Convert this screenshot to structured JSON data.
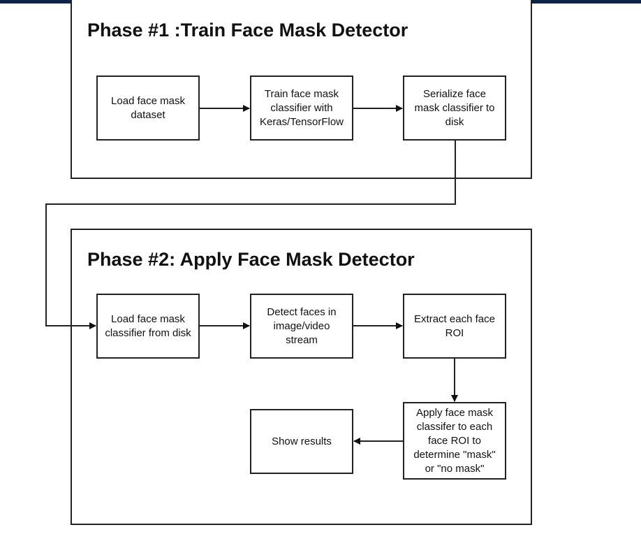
{
  "colors": {
    "top_bar": "#0f2347",
    "stroke": "#222222",
    "text": "#111111"
  },
  "phase1": {
    "title": "Phase #1 :Train Face Mask Detector",
    "steps": {
      "load_dataset": "Load face mask\ndataset",
      "train_classifier": "Train face mask\nclassifier with\nKeras/TensorFlow",
      "serialize_classifier": "Serialize face\nmask classifier to\ndisk"
    }
  },
  "phase2": {
    "title": "Phase #2: Apply Face Mask Detector",
    "steps": {
      "load_classifier": "Load face mask\nclassifier from disk",
      "detect_faces": "Detect faces in\nimage/video\nstream",
      "extract_roi": "Extract each face\nROI",
      "apply_classifier": "Apply face mask\nclassifer to each\nface ROI to\ndetermine \"mask\"\nor \"no mask\"",
      "show_results": "Show results"
    }
  }
}
